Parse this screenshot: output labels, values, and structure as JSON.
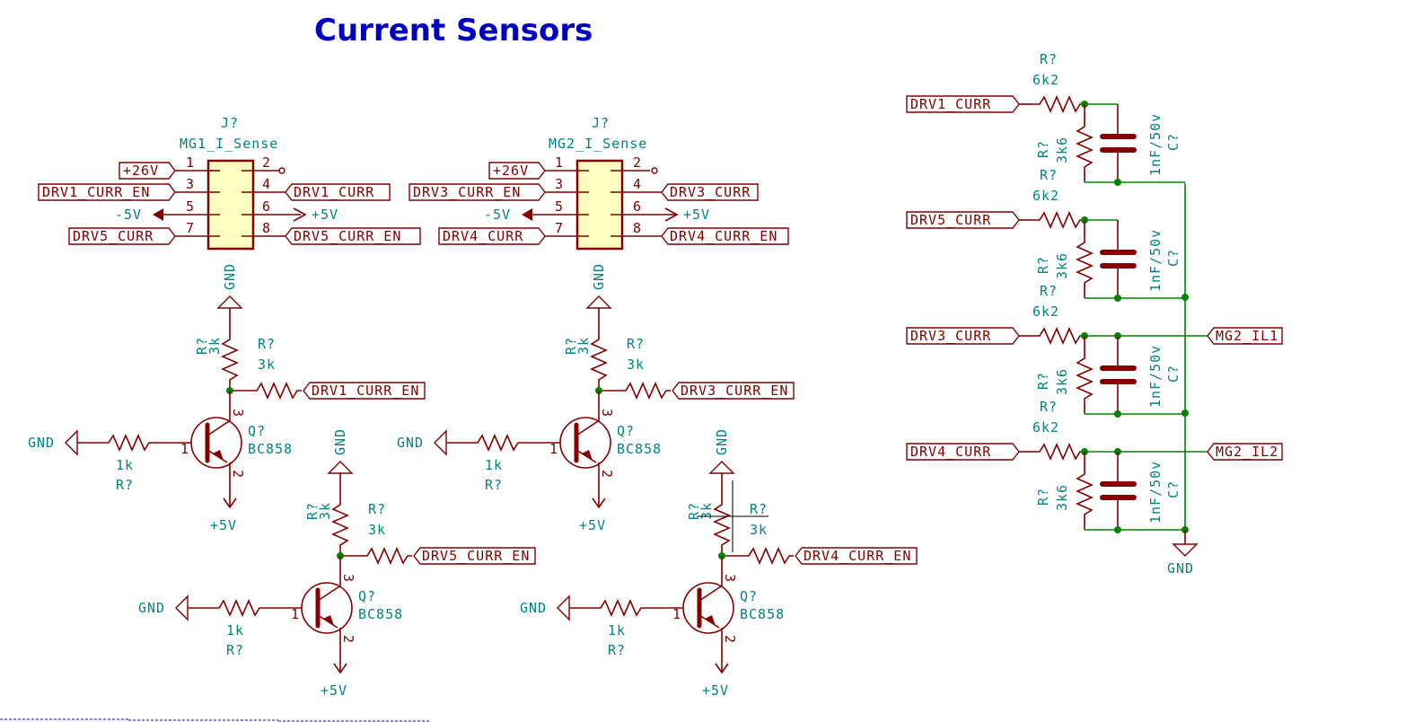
{
  "title": "Current Sensors",
  "colors": {
    "wire": "#840000",
    "net_wire": "#008400",
    "junction": "#008400",
    "ref_text": "#008484",
    "title": "#0000c2",
    "connector_body": "#ffffc2",
    "sheet_border": "#0000c2"
  },
  "connectors": [
    {
      "ref": "J?",
      "value": "MG1_I_Sense",
      "pins": [
        {
          "num": "1",
          "net": "+26V",
          "type": "global-label"
        },
        {
          "num": "2",
          "net": "",
          "type": "no-connect"
        },
        {
          "num": "3",
          "net": "DRV1_CURR_EN",
          "type": "global-label"
        },
        {
          "num": "4",
          "net": "DRV1_CURR",
          "type": "global-label"
        },
        {
          "num": "5",
          "net": "-5V",
          "type": "power"
        },
        {
          "num": "6",
          "net": "+5V",
          "type": "power"
        },
        {
          "num": "7",
          "net": "DRV5_CURR",
          "type": "global-label"
        },
        {
          "num": "8",
          "net": "DRV5_CURR_EN",
          "type": "global-label"
        }
      ]
    },
    {
      "ref": "J?",
      "value": "MG2_I_Sense",
      "pins": [
        {
          "num": "1",
          "net": "+26V",
          "type": "global-label"
        },
        {
          "num": "2",
          "net": "",
          "type": "no-connect"
        },
        {
          "num": "3",
          "net": "DRV3_CURR_EN",
          "type": "global-label"
        },
        {
          "num": "4",
          "net": "DRV3_CURR",
          "type": "global-label"
        },
        {
          "num": "5",
          "net": "-5V",
          "type": "power"
        },
        {
          "num": "6",
          "net": "+5V",
          "type": "power"
        },
        {
          "num": "7",
          "net": "DRV4_CURR",
          "type": "global-label"
        },
        {
          "num": "8",
          "net": "DRV4_CURR_EN",
          "type": "global-label"
        }
      ]
    }
  ],
  "transistor_stages": [
    {
      "q_ref": "Q?",
      "q_value": "BC858",
      "pins": [
        "1",
        "2",
        "3"
      ],
      "r_pullup_ref": "R?",
      "r_pullup_value": "3k",
      "r_series_ref": "R?",
      "r_series_value": "3k",
      "r_base_ref": "R?",
      "r_base_value": "1k",
      "enable_net": "DRV1_CURR_EN",
      "gnd": "GND",
      "supply": "+5V"
    },
    {
      "q_ref": "Q?",
      "q_value": "BC858",
      "pins": [
        "1",
        "2",
        "3"
      ],
      "r_pullup_ref": "R?",
      "r_pullup_value": "3k",
      "r_series_ref": "R?",
      "r_series_value": "3k",
      "r_base_ref": "R?",
      "r_base_value": "1k",
      "enable_net": "DRV3_CURR_EN",
      "gnd": "GND",
      "supply": "+5V"
    },
    {
      "q_ref": "Q?",
      "q_value": "BC858",
      "pins": [
        "1",
        "2",
        "3"
      ],
      "r_pullup_ref": "R?",
      "r_pullup_value": "3k",
      "r_series_ref": "R?",
      "r_series_value": "3k",
      "r_base_ref": "R?",
      "r_base_value": "1k",
      "enable_net": "DRV5_CURR_EN",
      "gnd": "GND",
      "supply": "+5V"
    },
    {
      "q_ref": "Q?",
      "q_value": "BC858",
      "pins": [
        "1",
        "2",
        "3"
      ],
      "r_pullup_ref": "R?",
      "r_pullup_value": "3k",
      "r_series_ref": "R?",
      "r_series_value": "3k",
      "r_base_ref": "R?",
      "r_base_value": "1k",
      "enable_net": "DRV4_CURR_EN",
      "gnd": "GND",
      "supply": "+5V"
    }
  ],
  "filters": [
    {
      "input_net": "DRV1_CURR",
      "r_series_ref": "R?",
      "r_series_value": "6k2",
      "r_shunt_ref": "R?",
      "r_shunt_value": "3k6",
      "c_ref": "C?",
      "c_value": "1nF/50v",
      "output_net": ""
    },
    {
      "input_net": "DRV5_CURR",
      "r_series_ref": "R?",
      "r_series_value": "6k2",
      "r_shunt_ref": "R?",
      "r_shunt_value": "3k6",
      "c_ref": "C?",
      "c_value": "1nF/50v",
      "output_net": ""
    },
    {
      "input_net": "DRV3_CURR",
      "r_series_ref": "R?",
      "r_series_value": "6k2",
      "r_shunt_ref": "R?",
      "r_shunt_value": "3k6",
      "c_ref": "C?",
      "c_value": "1nF/50v",
      "output_net": "MG2_IL1"
    },
    {
      "input_net": "DRV4_CURR",
      "r_series_ref": "R?",
      "r_series_value": "6k2",
      "r_shunt_ref": "R?",
      "r_shunt_value": "3k6",
      "c_ref": "C?",
      "c_value": "1nF/50v",
      "output_net": "MG2_IL2"
    }
  ],
  "filter_ground": "GND"
}
